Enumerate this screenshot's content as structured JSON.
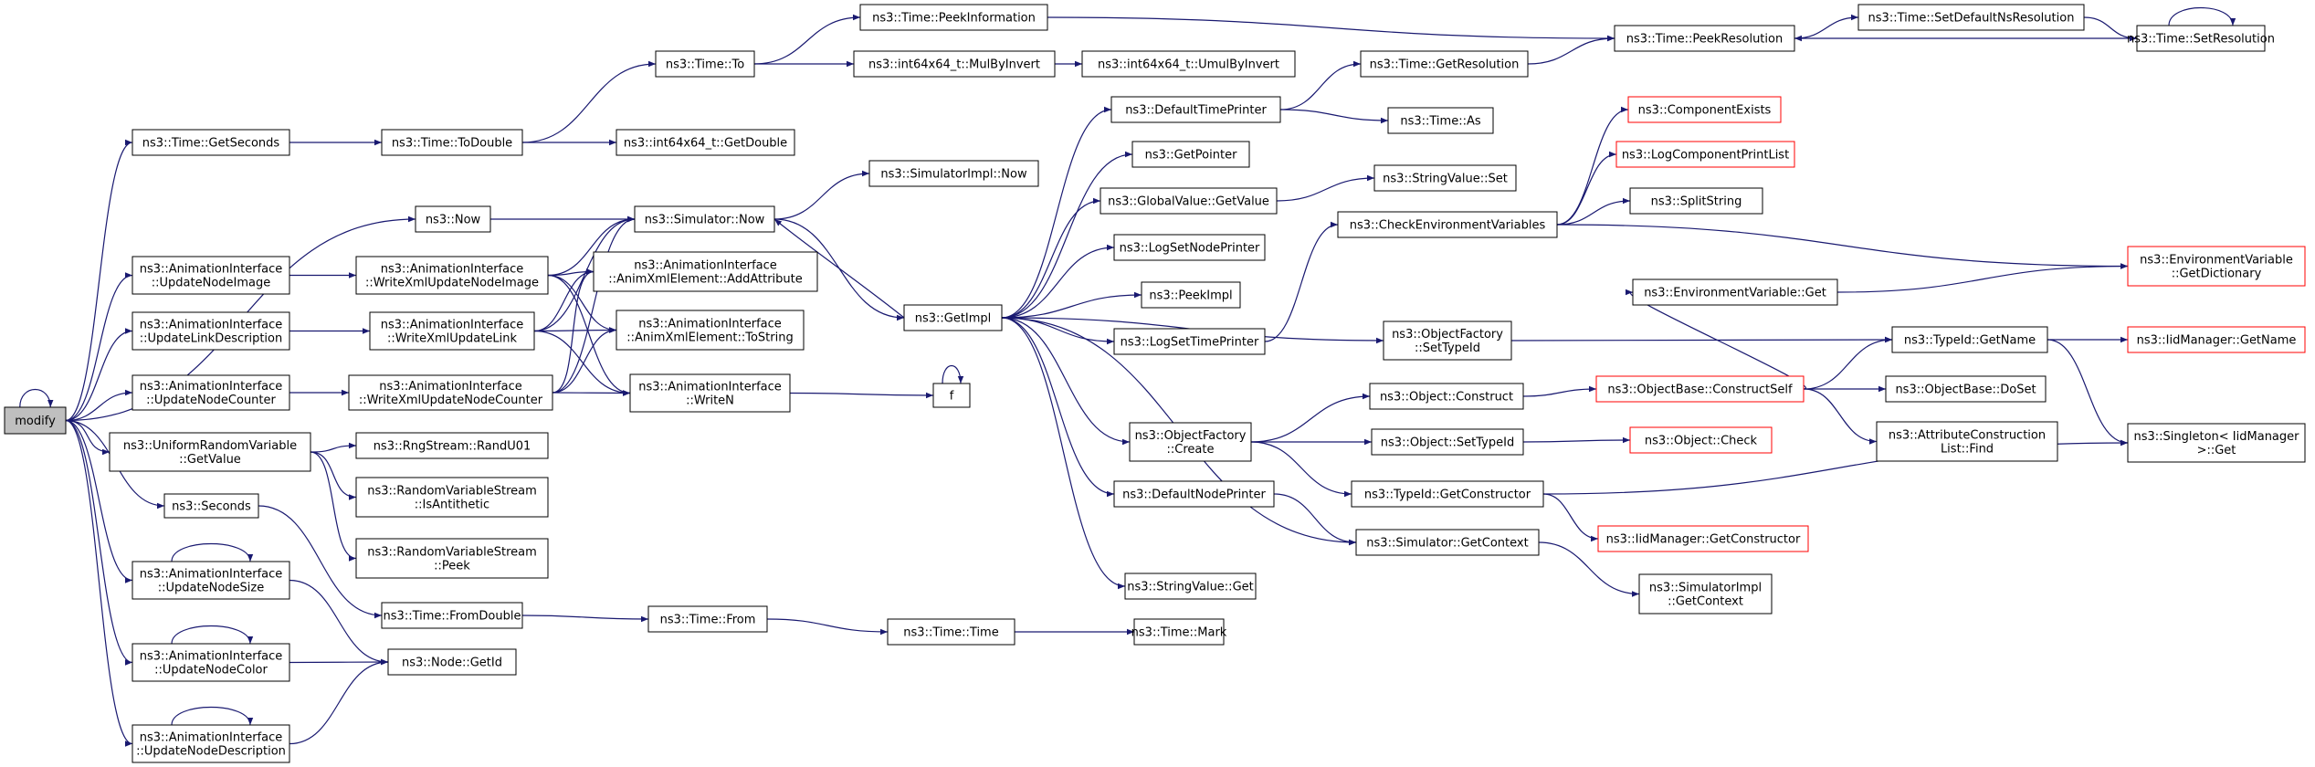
{
  "graph": {
    "type": "call-graph",
    "root": "modify",
    "colors": {
      "edge": "#191970",
      "node_border": "#000000",
      "node_border_truncated": "#ff0000",
      "root_fill": "#bfbfbf",
      "node_fill": "#ffffff"
    },
    "nodes": {
      "modify": [
        "modify"
      ],
      "getSeconds": [
        "ns3::Time::GetSeconds"
      ],
      "now": [
        "ns3::Now"
      ],
      "updateNodeImage": [
        "ns3::AnimationInterface",
        "::UpdateNodeImage"
      ],
      "updateLinkDescription": [
        "ns3::AnimationInterface",
        "::UpdateLinkDescription"
      ],
      "updateNodeCounter": [
        "ns3::AnimationInterface",
        "::UpdateNodeCounter"
      ],
      "uniformGetValue": [
        "ns3::UniformRandomVariable",
        "::GetValue"
      ],
      "seconds": [
        "ns3::Seconds"
      ],
      "updateNodeSize": [
        "ns3::AnimationInterface",
        "::UpdateNodeSize"
      ],
      "updateNodeColor": [
        "ns3::AnimationInterface",
        "::UpdateNodeColor"
      ],
      "updateNodeDescription": [
        "ns3::AnimationInterface",
        "::UpdateNodeDescription"
      ],
      "toDouble": [
        "ns3::Time::ToDouble"
      ],
      "writeXmlUpdateNodeImage": [
        "ns3::AnimationInterface",
        "::WriteXmlUpdateNodeImage"
      ],
      "writeXmlUpdateLink": [
        "ns3::AnimationInterface",
        "::WriteXmlUpdateLink"
      ],
      "writeXmlUpdateNodeCounter": [
        "ns3::AnimationInterface",
        "::WriteXmlUpdateNodeCounter"
      ],
      "randU01": [
        "ns3::RngStream::RandU01"
      ],
      "isAntithetic": [
        "ns3::RandomVariableStream",
        "::IsAntithetic"
      ],
      "rvsPeek": [
        "ns3::RandomVariableStream",
        "::Peek"
      ],
      "fromDouble": [
        "ns3::Time::FromDouble"
      ],
      "getId": [
        "ns3::Node::GetId"
      ],
      "timeTo": [
        "ns3::Time::To"
      ],
      "getDouble": [
        "ns3::int64x64_t::GetDouble"
      ],
      "simulatorNow": [
        "ns3::Simulator::Now"
      ],
      "addAttribute": [
        "ns3::AnimationInterface",
        "::AnimXmlElement::AddAttribute"
      ],
      "toString": [
        "ns3::AnimationInterface",
        "::AnimXmlElement::ToString"
      ],
      "writeN": [
        "ns3::AnimationInterface",
        "::WriteN"
      ],
      "timeFrom": [
        "ns3::Time::From"
      ],
      "peekInformation": [
        "ns3::Time::PeekInformation"
      ],
      "mulByInvert": [
        "ns3::int64x64_t::MulByInvert"
      ],
      "simImplNow": [
        "ns3::SimulatorImpl::Now"
      ],
      "getImpl": [
        "ns3::GetImpl"
      ],
      "f": [
        "f"
      ],
      "timeTime": [
        "ns3::Time::Time"
      ],
      "umulByInvert": [
        "ns3::int64x64_t::UmulByInvert"
      ],
      "defaultTimePrinter": [
        "ns3::DefaultTimePrinter"
      ],
      "getPointer": [
        "ns3::GetPointer"
      ],
      "globalValueGetValue": [
        "ns3::GlobalValue::GetValue"
      ],
      "logSetNodePrinter": [
        "ns3::LogSetNodePrinter"
      ],
      "peekImpl": [
        "ns3::PeekImpl"
      ],
      "logSetTimePrinter": [
        "ns3::LogSetTimePrinter"
      ],
      "objectFactoryCreate": [
        "ns3::ObjectFactory",
        "::Create"
      ],
      "defaultNodePrinter": [
        "ns3::DefaultNodePrinter"
      ],
      "stringValueGet": [
        "ns3::StringValue::Get"
      ],
      "timeMark": [
        "ns3::Time::Mark"
      ],
      "getResolution": [
        "ns3::Time::GetResolution"
      ],
      "timeAs": [
        "ns3::Time::As"
      ],
      "stringValueSet": [
        "ns3::StringValue::Set"
      ],
      "checkEnvVars": [
        "ns3::CheckEnvironmentVariables"
      ],
      "objectFactorySetTypeId": [
        "ns3::ObjectFactory",
        "::SetTypeId"
      ],
      "objectConstruct": [
        "ns3::Object::Construct"
      ],
      "objectSetTypeId": [
        "ns3::Object::SetTypeId"
      ],
      "typeIdGetConstructor": [
        "ns3::TypeId::GetConstructor"
      ],
      "simulatorGetContext": [
        "ns3::Simulator::GetContext"
      ],
      "peekResolution": [
        "ns3::Time::PeekResolution"
      ],
      "componentExists": [
        "ns3::ComponentExists"
      ],
      "logComponentPrintList": [
        "ns3::LogComponentPrintList"
      ],
      "splitString": [
        "ns3::SplitString"
      ],
      "envVarGet": [
        "ns3::EnvironmentVariable::Get"
      ],
      "typeIdGetName": [
        "ns3::TypeId::GetName"
      ],
      "constructSelf": [
        "ns3::ObjectBase::ConstructSelf"
      ],
      "objectCheck": [
        "ns3::Object::Check"
      ],
      "iidGetConstructor": [
        "ns3::IidManager::GetConstructor"
      ],
      "simImplGetContext": [
        "ns3::SimulatorImpl",
        "::GetContext"
      ],
      "setDefaultNsResolution": [
        "ns3::Time::SetDefaultNsResolution"
      ],
      "setResolution": [
        "ns3::Time::SetResolution"
      ],
      "getDictionary": [
        "ns3::EnvironmentVariable",
        "::GetDictionary"
      ],
      "iidGetName": [
        "ns3::IidManager::GetName"
      ],
      "doSet": [
        "ns3::ObjectBase::DoSet"
      ],
      "attrListFind": [
        "ns3::AttributeConstruction",
        "List::Find"
      ],
      "singletonGet": [
        "ns3::Singleton< IidManager",
        " >::Get"
      ]
    },
    "truncated": [
      "componentExists",
      "logComponentPrintList",
      "getDictionary",
      "iidGetName",
      "constructSelf",
      "objectCheck",
      "iidGetConstructor"
    ],
    "edges": [
      [
        "modify",
        "modify"
      ],
      [
        "modify",
        "getSeconds"
      ],
      [
        "modify",
        "now"
      ],
      [
        "modify",
        "updateNodeImage"
      ],
      [
        "modify",
        "updateLinkDescription"
      ],
      [
        "modify",
        "updateNodeCounter"
      ],
      [
        "modify",
        "uniformGetValue"
      ],
      [
        "modify",
        "seconds"
      ],
      [
        "modify",
        "updateNodeSize"
      ],
      [
        "modify",
        "updateNodeColor"
      ],
      [
        "modify",
        "updateNodeDescription"
      ],
      [
        "getSeconds",
        "toDouble"
      ],
      [
        "toDouble",
        "timeTo"
      ],
      [
        "toDouble",
        "getDouble"
      ],
      [
        "timeTo",
        "peekInformation"
      ],
      [
        "timeTo",
        "mulByInvert"
      ],
      [
        "mulByInvert",
        "umulByInvert"
      ],
      [
        "peekInformation",
        "peekResolution"
      ],
      [
        "peekResolution",
        "setDefaultNsResolution"
      ],
      [
        "setDefaultNsResolution",
        "setResolution"
      ],
      [
        "setResolution",
        "setResolution"
      ],
      [
        "setResolution",
        "peekResolution"
      ],
      [
        "now",
        "simulatorNow"
      ],
      [
        "updateNodeImage",
        "writeXmlUpdateNodeImage"
      ],
      [
        "updateLinkDescription",
        "writeXmlUpdateLink"
      ],
      [
        "updateNodeCounter",
        "writeXmlUpdateNodeCounter"
      ],
      [
        "writeXmlUpdateNodeImage",
        "simulatorNow"
      ],
      [
        "writeXmlUpdateNodeImage",
        "addAttribute"
      ],
      [
        "writeXmlUpdateNodeImage",
        "toString"
      ],
      [
        "writeXmlUpdateNodeImage",
        "writeN"
      ],
      [
        "writeXmlUpdateLink",
        "simulatorNow"
      ],
      [
        "writeXmlUpdateLink",
        "addAttribute"
      ],
      [
        "writeXmlUpdateLink",
        "toString"
      ],
      [
        "writeXmlUpdateLink",
        "writeN"
      ],
      [
        "writeXmlUpdateNodeCounter",
        "simulatorNow"
      ],
      [
        "writeXmlUpdateNodeCounter",
        "addAttribute"
      ],
      [
        "writeXmlUpdateNodeCounter",
        "toString"
      ],
      [
        "writeXmlUpdateNodeCounter",
        "writeN"
      ],
      [
        "writeN",
        "f"
      ],
      [
        "f",
        "f"
      ],
      [
        "simulatorNow",
        "simImplNow"
      ],
      [
        "simulatorNow",
        "getImpl"
      ],
      [
        "getImpl",
        "simulatorNow"
      ],
      [
        "getImpl",
        "defaultTimePrinter"
      ],
      [
        "getImpl",
        "getPointer"
      ],
      [
        "getImpl",
        "globalValueGetValue"
      ],
      [
        "getImpl",
        "logSetNodePrinter"
      ],
      [
        "getImpl",
        "peekImpl"
      ],
      [
        "getImpl",
        "logSetTimePrinter"
      ],
      [
        "getImpl",
        "objectFactorySetTypeId"
      ],
      [
        "getImpl",
        "objectFactoryCreate"
      ],
      [
        "getImpl",
        "defaultNodePrinter"
      ],
      [
        "getImpl",
        "simulatorGetContext"
      ],
      [
        "getImpl",
        "stringValueGet"
      ],
      [
        "defaultTimePrinter",
        "getResolution"
      ],
      [
        "defaultTimePrinter",
        "timeAs"
      ],
      [
        "getResolution",
        "peekResolution"
      ],
      [
        "globalValueGetValue",
        "stringValueSet"
      ],
      [
        "logSetTimePrinter",
        "checkEnvVars"
      ],
      [
        "checkEnvVars",
        "componentExists"
      ],
      [
        "checkEnvVars",
        "logComponentPrintList"
      ],
      [
        "checkEnvVars",
        "splitString"
      ],
      [
        "checkEnvVars",
        "getDictionary"
      ],
      [
        "objectFactorySetTypeId",
        "typeIdGetName"
      ],
      [
        "objectFactoryCreate",
        "objectConstruct"
      ],
      [
        "objectFactoryCreate",
        "objectSetTypeId"
      ],
      [
        "objectFactoryCreate",
        "typeIdGetConstructor"
      ],
      [
        "objectConstruct",
        "constructSelf"
      ],
      [
        "objectSetTypeId",
        "objectCheck"
      ],
      [
        "typeIdGetConstructor",
        "iidGetConstructor"
      ],
      [
        "typeIdGetConstructor",
        "singletonGet"
      ],
      [
        "defaultNodePrinter",
        "simulatorGetContext"
      ],
      [
        "simulatorGetContext",
        "simImplGetContext"
      ],
      [
        "constructSelf",
        "envVarGet"
      ],
      [
        "constructSelf",
        "typeIdGetName"
      ],
      [
        "constructSelf",
        "doSet"
      ],
      [
        "constructSelf",
        "attrListFind"
      ],
      [
        "envVarGet",
        "getDictionary"
      ],
      [
        "typeIdGetName",
        "iidGetName"
      ],
      [
        "typeIdGetName",
        "singletonGet"
      ],
      [
        "uniformGetValue",
        "randU01"
      ],
      [
        "uniformGetValue",
        "isAntithetic"
      ],
      [
        "uniformGetValue",
        "rvsPeek"
      ],
      [
        "seconds",
        "fromDouble"
      ],
      [
        "fromDouble",
        "timeFrom"
      ],
      [
        "timeFrom",
        "timeTime"
      ],
      [
        "timeTime",
        "timeMark"
      ],
      [
        "updateNodeSize",
        "updateNodeSize"
      ],
      [
        "updateNodeSize",
        "getId"
      ],
      [
        "updateNodeColor",
        "updateNodeColor"
      ],
      [
        "updateNodeColor",
        "getId"
      ],
      [
        "updateNodeDescription",
        "updateNodeDescription"
      ],
      [
        "updateNodeDescription",
        "getId"
      ]
    ]
  }
}
